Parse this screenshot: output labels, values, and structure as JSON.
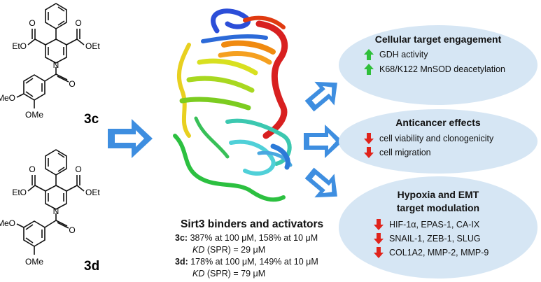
{
  "colors": {
    "ellipse_fill": "#d6e6f4",
    "big_arrow": "#3e8ee0",
    "up_arrow": "#2fbf3a",
    "down_arrow": "#e0231b"
  },
  "compounds": [
    {
      "label": "3c",
      "ester_left": "EtO",
      "ester_right": "OEt",
      "substituents": [
        "MeO",
        "OMe"
      ]
    },
    {
      "label": "3d",
      "ester_left": "EtO",
      "ester_right": "OEt",
      "substituents": [
        "MeO",
        "OMe"
      ]
    }
  ],
  "center": {
    "title": "Sirt3 binders and activators",
    "lines": [
      {
        "prefix": "3c:",
        "text": "387% at 100 μM, 158% at 10 μM"
      },
      {
        "kd_sym": "KD",
        "kd_sub": "(SPR) = 29 μM"
      },
      {
        "prefix": "3d:",
        "text": "178% at 100 μM, 149% at 10 μM"
      },
      {
        "kd_sym": "KD",
        "kd_sub": "(SPR) = 79 μM"
      }
    ]
  },
  "boxes": [
    {
      "title_lines": [
        "Cellular target engagement"
      ],
      "items": [
        {
          "dir": "up",
          "text": "GDH activity"
        },
        {
          "dir": "up",
          "text": "K68/K122 MnSOD deacetylation"
        }
      ]
    },
    {
      "title_lines": [
        "Anticancer effects"
      ],
      "items": [
        {
          "dir": "down",
          "text": "cell viability and clonogenicity"
        },
        {
          "dir": "down",
          "text": "cell migration"
        }
      ]
    },
    {
      "title_lines": [
        "Hypoxia and EMT",
        "target modulation"
      ],
      "items": [
        {
          "dir": "down",
          "text": "HIF-1α, EPAS-1, CA-IX"
        },
        {
          "dir": "down",
          "text": "SNAIL-1, ZEB-1, SLUG"
        },
        {
          "dir": "down",
          "text": "COL1A2, MMP-2, MMP-9"
        }
      ]
    }
  ]
}
